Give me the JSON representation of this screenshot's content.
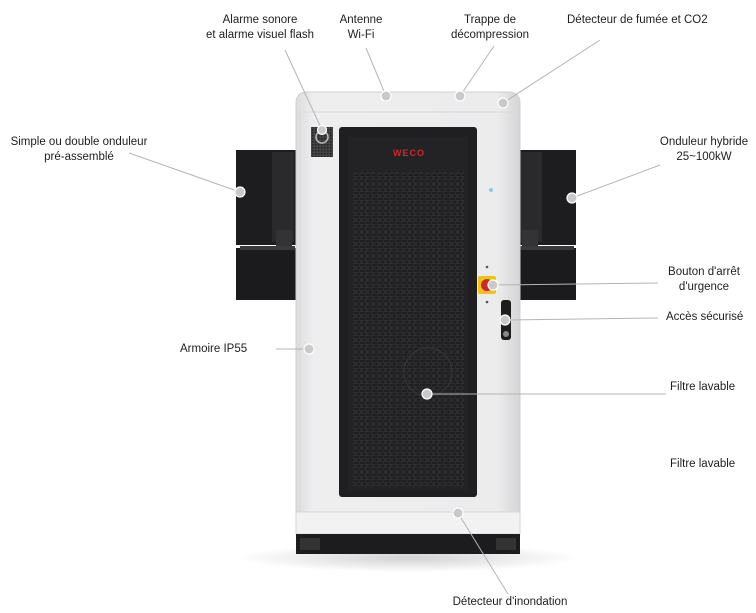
{
  "brand": "WECO",
  "labels": {
    "alarm": "Alarme sonore\net alarme visuel flash",
    "antenna": "Antenne\nWi-Fi",
    "vent": "Trappe de\ndécompression",
    "smoke": "Détecteur de fumée et CO2",
    "inverter_left": "Simple ou double onduleur\npré-assemblé",
    "inverter_right": "Onduleur hybride\n25~100kW",
    "emergency": "Bouton d'arrêt\nd'urgence",
    "secure": "Accès sécurisé",
    "cabinet": "Armoire IP55",
    "filter1": "Filtre lavable",
    "filter2": "Filtre lavable",
    "flood": "Détecteur d'inondation"
  },
  "colors": {
    "cabinet_body": "#e9e9ea",
    "door_dark": "#2a2a2c",
    "inverter": "#1c1c1e",
    "brand_red": "#d0282a",
    "callout_line": "#b4b4b4"
  }
}
